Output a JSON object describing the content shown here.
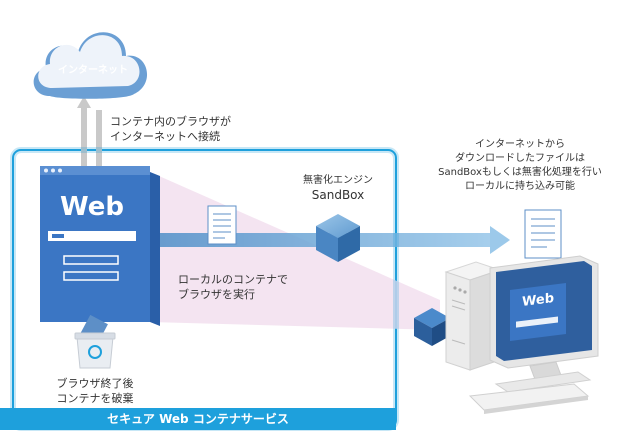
{
  "cloud": {
    "label": "インターネット"
  },
  "notes": {
    "browser_access": [
      "コンテナ内のブラウザが",
      "インターネットへ接続"
    ],
    "local_run": [
      "ローカルのコンテナで",
      "ブラウザを実行"
    ],
    "discard": [
      "ブラウザ終了後",
      "コンテナを破棄"
    ],
    "download": [
      "インターネットから",
      "ダウンロードしたファイルは",
      "SandBoxもしくは無害化処理を行い",
      "ローカルに持ち込み可能"
    ]
  },
  "engine": {
    "title": "無害化エンジン",
    "name": "SandBox"
  },
  "browser": {
    "label": "Web"
  },
  "monitor": {
    "label": "Web"
  },
  "service": {
    "label": "セキュア Web コンテナサービス"
  },
  "colors": {
    "accent": "#1ea0dc",
    "browser": "#3b76c4",
    "cube": "#3a7ab5",
    "pink": "#f3e1ef"
  }
}
